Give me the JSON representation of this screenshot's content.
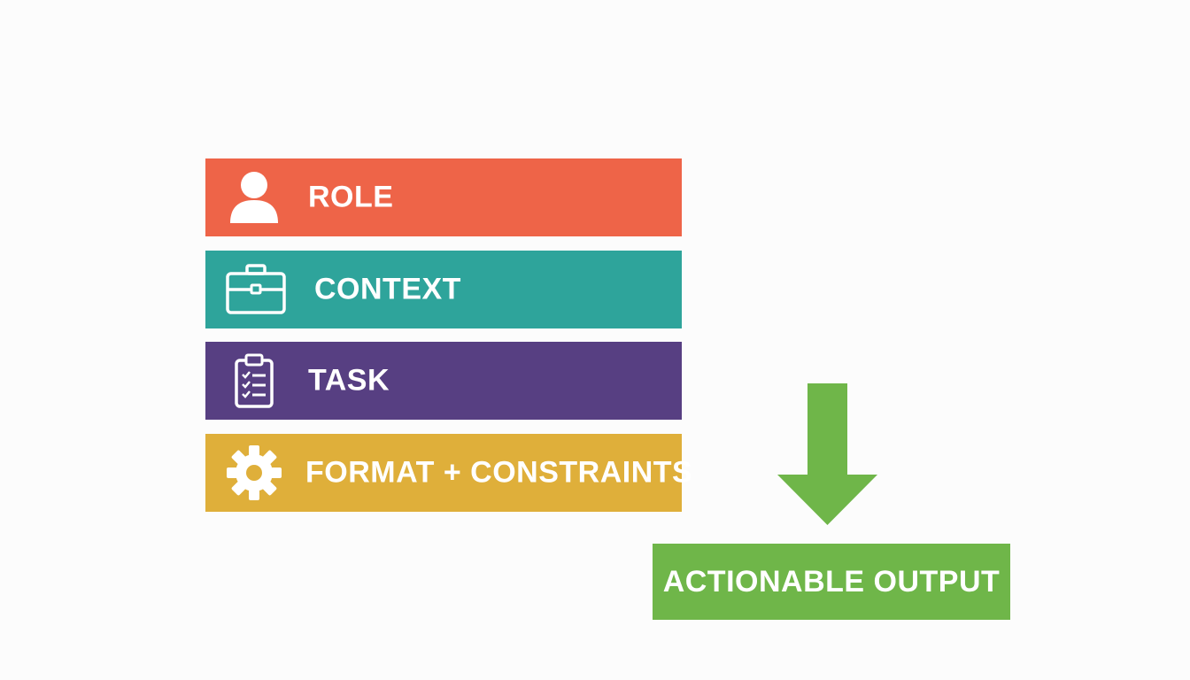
{
  "colors": {
    "role": "#ee6448",
    "context": "#2ea49b",
    "task": "#573f82",
    "format": "#dfaf3a",
    "output": "#6fb649",
    "text": "#ffffff",
    "background": "#fcfcfc"
  },
  "layers": [
    {
      "id": "role",
      "label": "ROLE",
      "icon": "person-icon"
    },
    {
      "id": "context",
      "label": "CONTEXT",
      "icon": "briefcase-icon"
    },
    {
      "id": "task",
      "label": "TASK",
      "icon": "clipboard-checklist-icon"
    },
    {
      "id": "format",
      "label": "FORMAT + CONSTRAINTS",
      "icon": "gear-icon"
    }
  ],
  "output": {
    "label": "ACTIONABLE OUTPUT",
    "arrow_icon": "down-arrow-icon"
  }
}
